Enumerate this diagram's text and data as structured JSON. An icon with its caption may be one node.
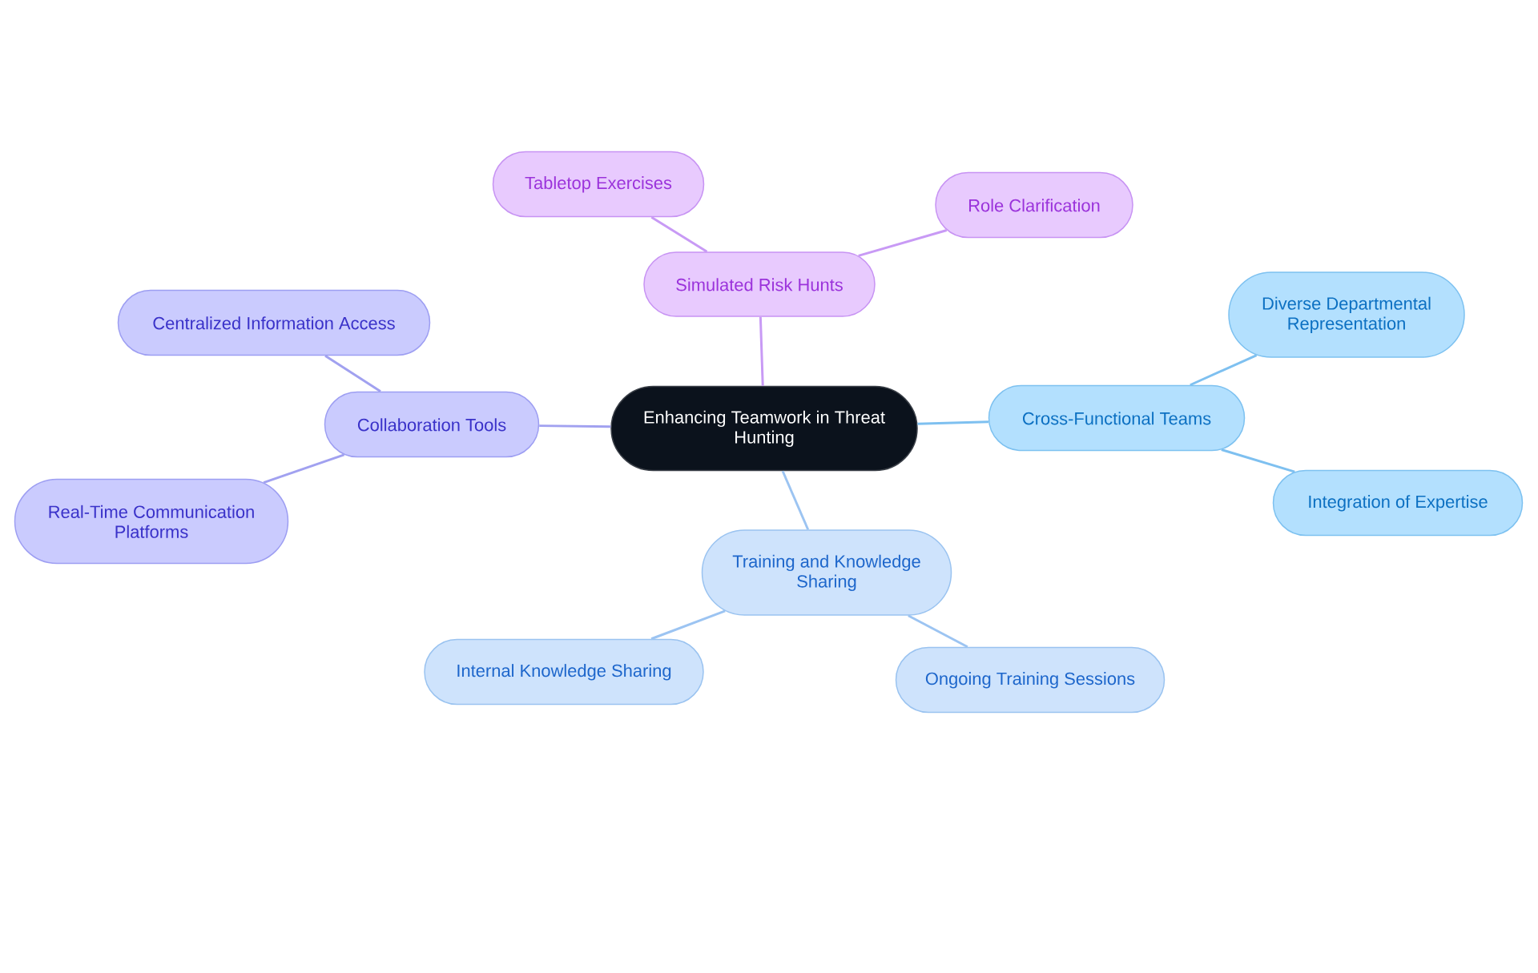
{
  "diagram": {
    "nodes": [
      {
        "text": [
          "Enhancing Teamwork in Threat Hunting"
        ]
      },
      {
        "text": [
          "Simulated Risk Hunts"
        ]
      },
      {
        "text": [
          "Tabletop Exercises"
        ]
      },
      {
        "text": [
          "Role Clarification"
        ]
      },
      {
        "text": [
          "Cross-Functional Teams"
        ]
      },
      {
        "text": [
          "Diverse Departmental Representation"
        ]
      },
      {
        "text": [
          "Integration of Expertise"
        ]
      },
      {
        "text": [
          "Training and Knowledge Sharing"
        ]
      },
      {
        "text": [
          "Internal Knowledge Sharing"
        ]
      },
      {
        "text": [
          "Ongoing Training Sessions"
        ]
      },
      {
        "text": [
          "Collaboration Tools"
        ]
      },
      {
        "text": [
          "Centralized Information Access"
        ]
      },
      {
        "text": [
          "Real-Time Communication Platforms"
        ]
      }
    ],
    "edges": [
      {
        "from": 0,
        "to": 1,
        "arrow": "none",
        "color": "#c89af5"
      },
      {
        "from": 1,
        "to": 2,
        "arrow": "none",
        "color": "#c89af5"
      },
      {
        "from": 1,
        "to": 3,
        "arrow": "none",
        "color": "#c89af5"
      },
      {
        "from": 0,
        "to": 4,
        "arrow": "none",
        "color": "#7ec0f0"
      },
      {
        "from": 4,
        "to": 5,
        "arrow": "none",
        "color": "#7ec0f0"
      },
      {
        "from": 4,
        "to": 6,
        "arrow": "none",
        "color": "#7ec0f0"
      },
      {
        "from": 0,
        "to": 7,
        "arrow": "none",
        "color": "#9cc4f2"
      },
      {
        "from": 7,
        "to": 8,
        "arrow": "none",
        "color": "#9cc4f2"
      },
      {
        "from": 7,
        "to": 9,
        "arrow": "none",
        "color": "#9cc4f2"
      },
      {
        "from": 0,
        "to": 10,
        "arrow": "none",
        "color": "#a1a1f0"
      },
      {
        "from": 10,
        "to": 11,
        "arrow": "none",
        "color": "#a1a1f0"
      },
      {
        "from": 10,
        "to": 12,
        "arrow": "none",
        "color": "#a1a1f0"
      }
    ]
  }
}
